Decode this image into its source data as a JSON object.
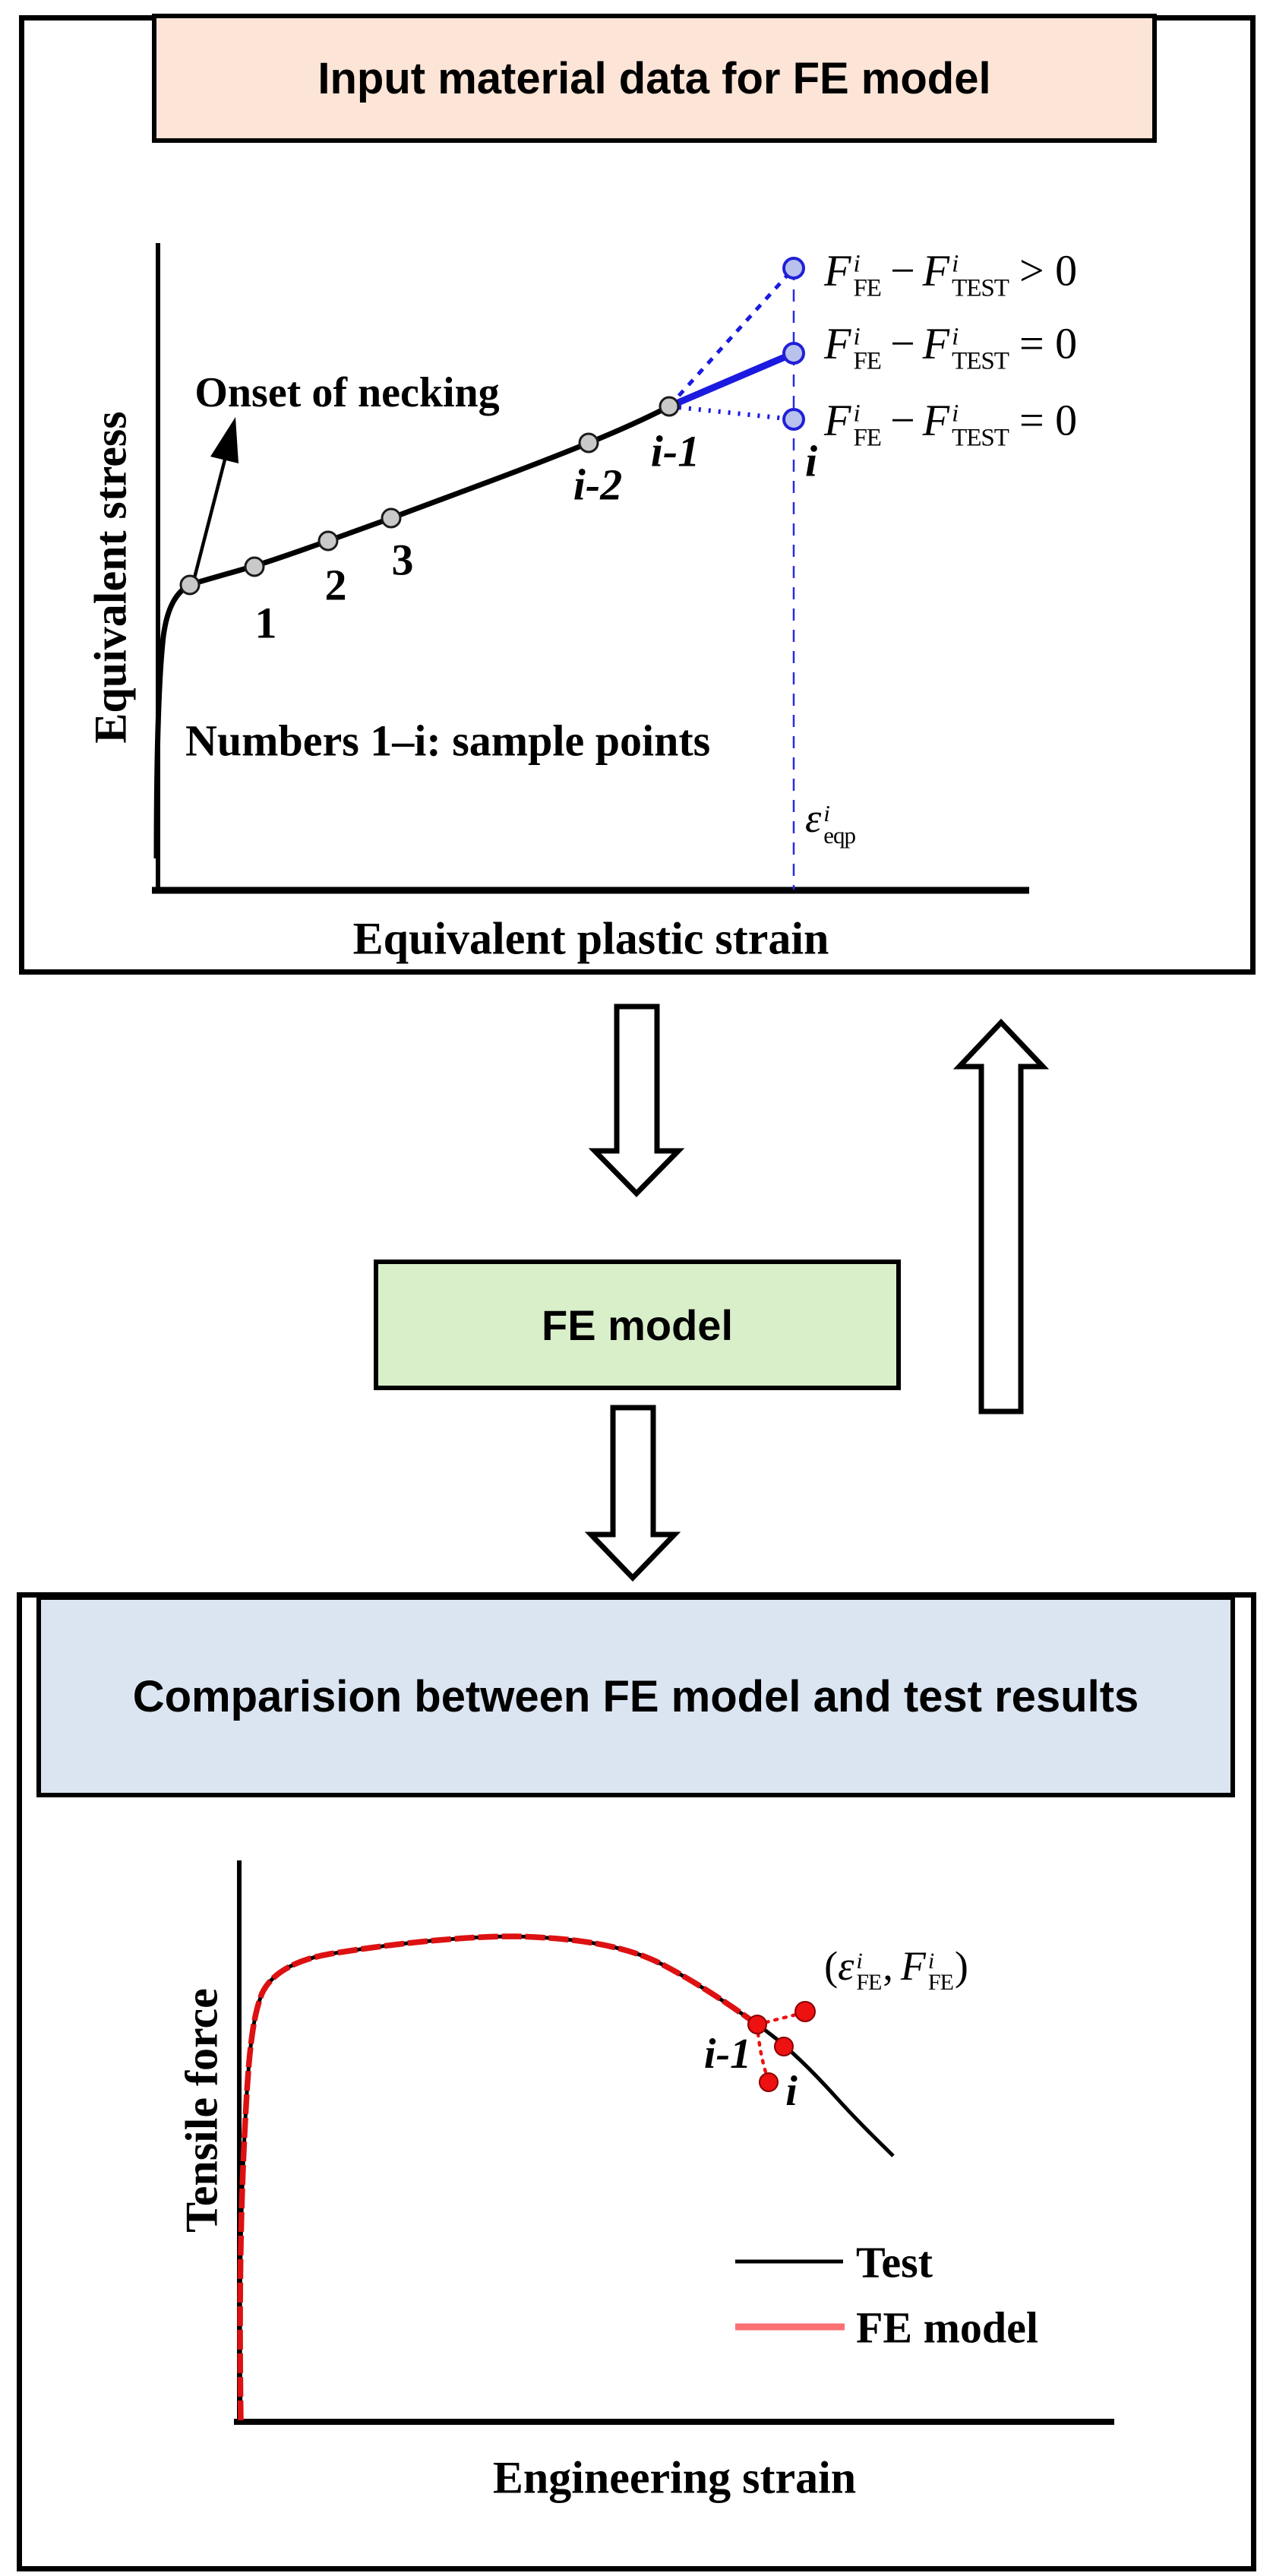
{
  "colors": {
    "peach_box": "#fce4d6",
    "green_box": "#d9efca",
    "blue_box": "#dbe5f1",
    "blue_line": "#1a1ae0",
    "blue_dash": "#2a2ae8",
    "red_curve": "#dd1111",
    "red_dot": "#ee1111",
    "red_legend": "#fa7173",
    "gray_dot": "#c9c9c9",
    "black": "#000000"
  },
  "top_box": {
    "title": "Input material data for FE model",
    "chart": {
      "y_label": "Equivalent stress",
      "x_label": "Equivalent plastic strain",
      "necking_label": "Onset of necking",
      "note": "Numbers 1–i: sample points",
      "point_labels": {
        "p1": "1",
        "p2": "2",
        "p3": "3",
        "im2": "i-2",
        "im1": "i-1",
        "i": "i"
      },
      "eps": {
        "base": "ε",
        "sup": "i",
        "sub": "eqp"
      },
      "formulas": [
        {
          "F": "F",
          "sup": "i",
          "subFE": "FE",
          "minus": "−",
          "subTEST": "TEST",
          "rel": "> 0"
        },
        {
          "F": "F",
          "sup": "i",
          "subFE": "FE",
          "minus": "−",
          "subTEST": "TEST",
          "rel": "= 0"
        },
        {
          "F": "F",
          "sup": "i",
          "subFE": "FE",
          "minus": "−",
          "subTEST": "TEST",
          "rel": "= 0"
        }
      ]
    }
  },
  "fe_box": {
    "label": "FE model"
  },
  "bottom_box": {
    "title": "Comparision between FE model and test results",
    "chart": {
      "y_label": "Tensile force",
      "x_label": "Engineering strain",
      "labels": {
        "im1": "i-1",
        "i": "i"
      },
      "coord": {
        "open": "(",
        "eps": "ε",
        "eps_sup": "i",
        "eps_sub": "FE",
        "comma": ",",
        "F": "F",
        "F_sup": "i",
        "F_sub": "FE",
        "close": ")"
      },
      "legend": [
        {
          "label": "Test"
        },
        {
          "label": "FE model"
        }
      ]
    }
  },
  "chart_data": [
    {
      "type": "line",
      "title": "Input material data for FE model",
      "xlabel": "Equivalent plastic strain",
      "ylabel": "Equivalent stress",
      "axis_ticks": "none (schematic, normalized 0-1 estimates)",
      "series": [
        {
          "name": "hardening curve (black)",
          "x": [
            0.0,
            0.005,
            0.02,
            0.04,
            0.11,
            0.19,
            0.27,
            0.49,
            0.59
          ],
          "y": [
            0.05,
            0.35,
            0.44,
            0.47,
            0.5,
            0.54,
            0.58,
            0.69,
            0.75
          ]
        },
        {
          "name": "trial branch upper dashed (blue)",
          "x": [
            0.59,
            0.73
          ],
          "y": [
            0.75,
            0.96
          ]
        },
        {
          "name": "trial branch solid (blue)",
          "x": [
            0.59,
            0.73
          ],
          "y": [
            0.75,
            0.83
          ]
        },
        {
          "name": "trial branch lower dotted (blue)",
          "x": [
            0.59,
            0.73
          ],
          "y": [
            0.75,
            0.73
          ]
        }
      ],
      "sample_points_labels": [
        "1",
        "2",
        "3",
        "i-2",
        "i-1",
        "i"
      ],
      "annotations": [
        "Onset of necking",
        "Numbers 1–i: sample points",
        "F_FE^i − F_TEST^i > 0",
        "F_FE^i − F_TEST^i = 0",
        "F_FE^i − F_TEST^i = 0",
        "ε_eqp^i vertical dashed guide"
      ],
      "legend_position": "none",
      "grid": false
    },
    {
      "type": "line",
      "title": "Comparision between FE model and test results",
      "xlabel": "Engineering strain",
      "ylabel": "Tensile force",
      "axis_ticks": "none (schematic, normalized 0-1 estimates)",
      "series": [
        {
          "name": "Test",
          "x": [
            0.0,
            0.005,
            0.02,
            0.06,
            0.16,
            0.31,
            0.41,
            0.48,
            0.59,
            0.68,
            0.75
          ],
          "y": [
            0.01,
            0.55,
            0.77,
            0.82,
            0.86,
            0.86,
            0.83,
            0.79,
            0.71,
            0.6,
            0.48
          ]
        },
        {
          "name": "FE model",
          "x": [
            0.0,
            0.005,
            0.02,
            0.06,
            0.16,
            0.31,
            0.41,
            0.48,
            0.59
          ],
          "y": [
            0.01,
            0.55,
            0.77,
            0.82,
            0.86,
            0.86,
            0.83,
            0.79,
            0.71
          ]
        }
      ],
      "point_labels": [
        "i-1",
        "i",
        "(ε_FE^i, F_FE^i)"
      ],
      "legend_entries": [
        "Test",
        "FE model"
      ],
      "legend_position": "lower right",
      "grid": false
    }
  ]
}
